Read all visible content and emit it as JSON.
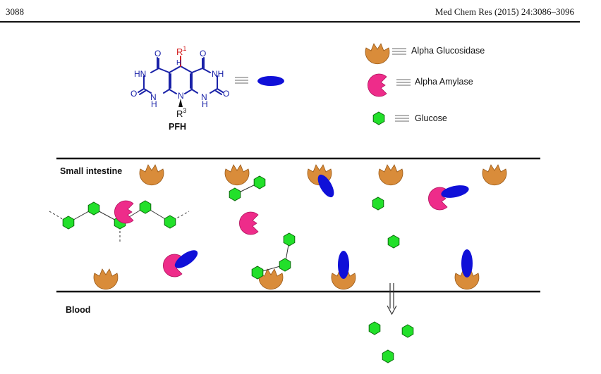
{
  "header": {
    "page_number": "3088",
    "journal": "Med Chem Res (2015) 24:3086–3096"
  },
  "molecule": {
    "name": "PFH",
    "atom_O": "O",
    "atom_HN": "HN",
    "atom_NH": "NH",
    "atom_H": "H",
    "atom_N": "N",
    "r1": "R",
    "r1_sup": "1",
    "r3": "R",
    "r3_sup": "3"
  },
  "legend": {
    "items": [
      {
        "label": "Alpha Glucosidase",
        "icon": "alpha-glucosidase-icon",
        "color": "#D98C3A"
      },
      {
        "label": "Alpha Amylase",
        "icon": "alpha-amylase-icon",
        "color": "#EE2C8A"
      },
      {
        "label": "Glucose",
        "icon": "glucose-hexagon-icon",
        "color": "#22E02A"
      }
    ],
    "inhibitor_color": "#1010D8"
  },
  "regions": {
    "intestine_label": "Small intestine",
    "blood_label": "Blood"
  }
}
